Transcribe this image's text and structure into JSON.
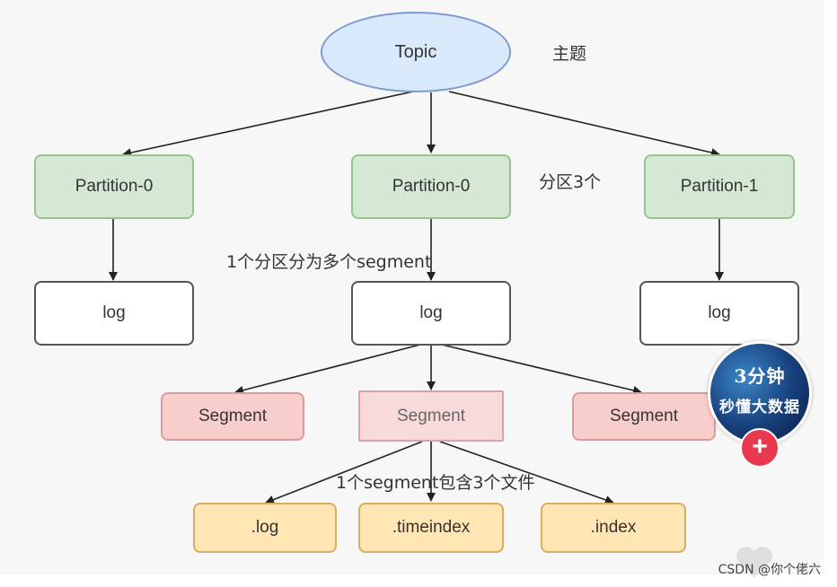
{
  "topic": {
    "label": "Topic",
    "annotation": "主题"
  },
  "partitions": {
    "annotation": "分区3个",
    "items": [
      {
        "label": "Partition-0"
      },
      {
        "label": "Partition-0"
      },
      {
        "label": "Partition-1"
      }
    ]
  },
  "logs": {
    "annotation": "1个分区分为多个segment",
    "items": [
      {
        "label": "log"
      },
      {
        "label": "log"
      },
      {
        "label": "log"
      }
    ]
  },
  "segments": {
    "items": [
      {
        "label": "Segment"
      },
      {
        "label": "Segment"
      },
      {
        "label": "Segment"
      }
    ]
  },
  "files": {
    "annotation": "1个segment包含3个文件",
    "items": [
      {
        "label": ".log"
      },
      {
        "label": ".timeindex"
      },
      {
        "label": ".index"
      }
    ]
  },
  "avatar": {
    "line1": "3分钟",
    "line2": "秒懂大数据",
    "follow_label": "+"
  },
  "watermark": "CSDN @你个佬六",
  "colors": {
    "topic_fill": "#dae8fc",
    "partition_fill": "#d5e8d4",
    "segment_fill": "#f8cecc",
    "file_fill": "#ffe6b3",
    "follow_button": "#e8394f"
  }
}
